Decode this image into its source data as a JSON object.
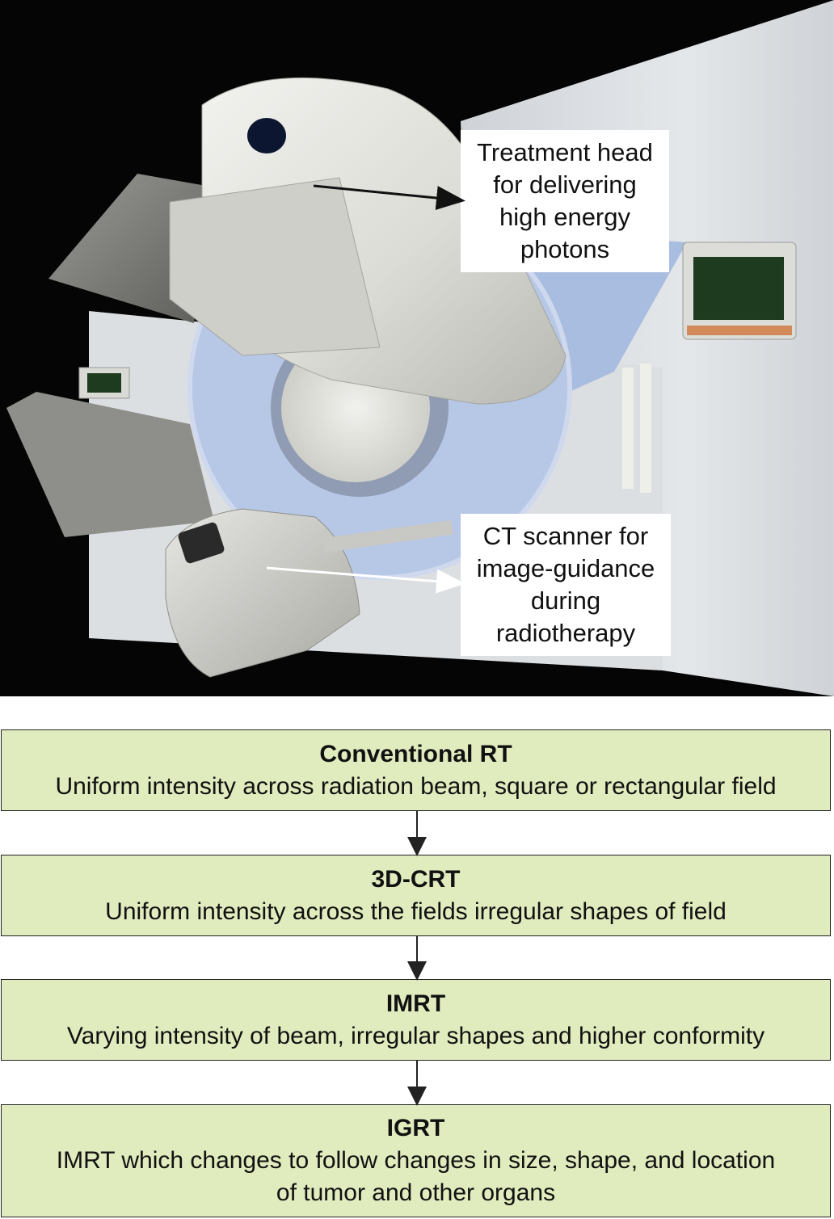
{
  "photo": {
    "callouts": [
      {
        "id": "treatment-head",
        "lines": [
          "Treatment head",
          "for delivering",
          "high energy",
          "photons"
        ],
        "arrow_color": "#111111"
      },
      {
        "id": "ct-scanner",
        "lines": [
          "CT scanner for",
          "image-guidance",
          "during",
          "radiotherapy"
        ],
        "arrow_color": "#ffffff"
      }
    ]
  },
  "flow": {
    "fill_color": "#e0ebbe",
    "stages": [
      {
        "title": "Conventional RT",
        "desc_lines": [
          "Uniform intensity across radiation beam, square or rectangular field"
        ]
      },
      {
        "title": "3D-CRT",
        "desc_lines": [
          "Uniform intensity across the fields irregular shapes of field"
        ]
      },
      {
        "title": "IMRT",
        "desc_lines": [
          "Varying intensity of beam, irregular shapes and higher conformity"
        ]
      },
      {
        "title": "IGRT",
        "desc_lines": [
          "IMRT which changes to follow changes in size, shape, and location",
          "of tumor and other organs"
        ]
      }
    ]
  }
}
